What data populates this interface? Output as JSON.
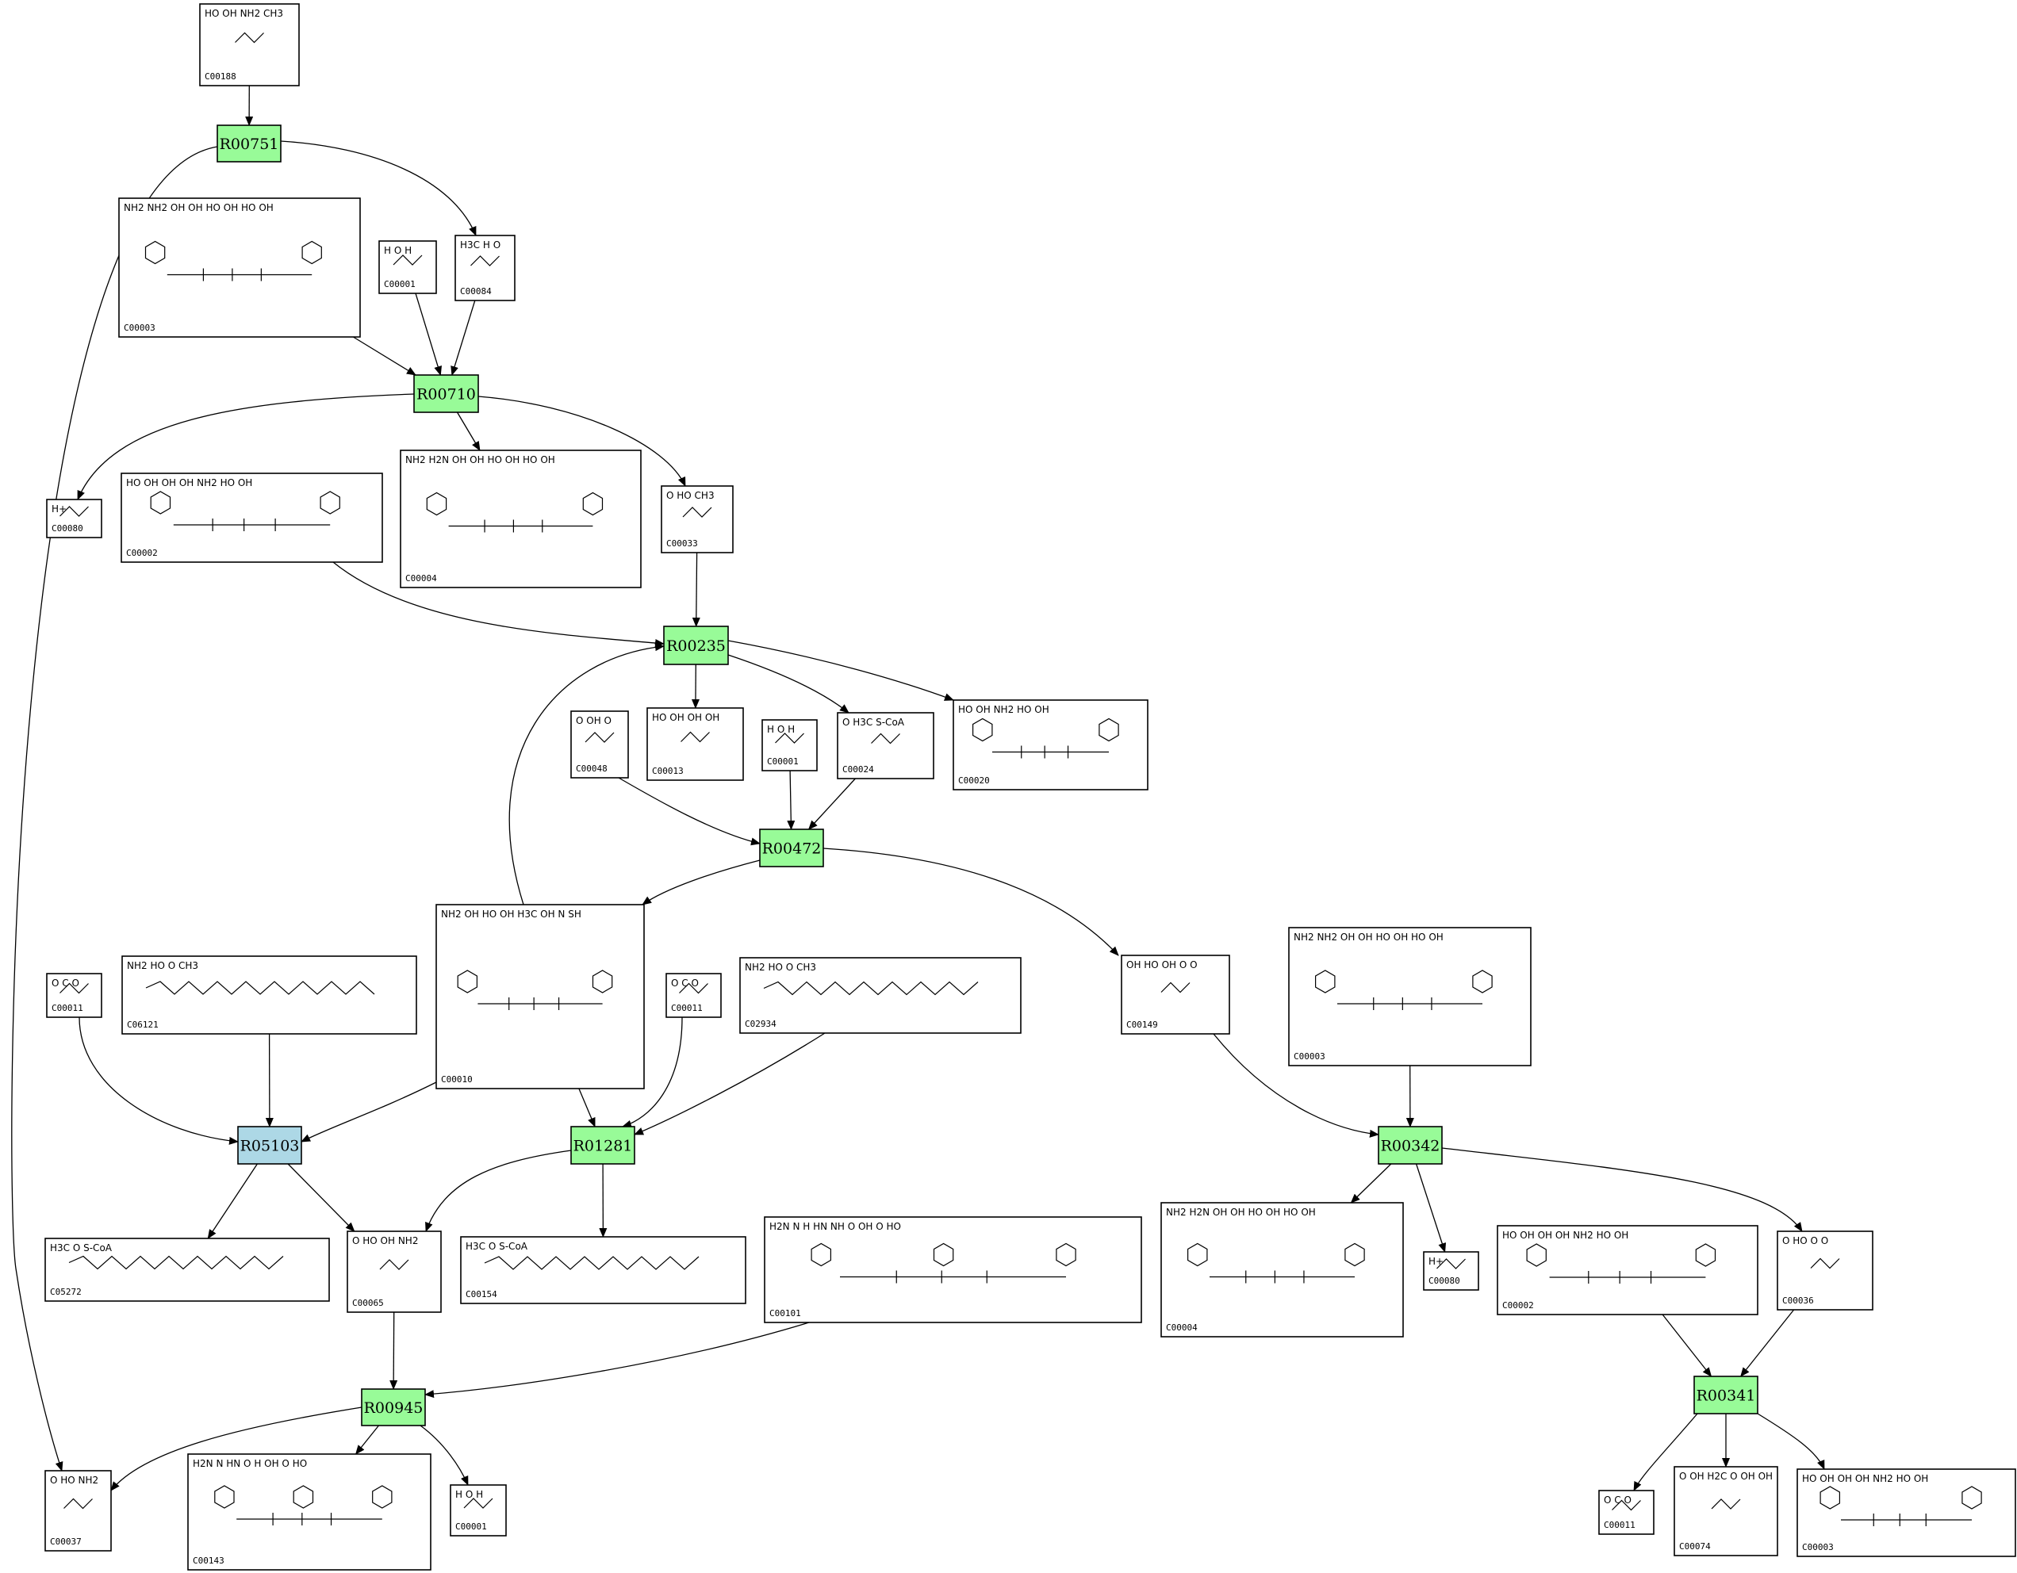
{
  "colors": {
    "reaction": "#98fb98",
    "reaction_alt": "#add8e6",
    "box_border": "#000000",
    "edge": "#000000",
    "background": "#ffffff"
  },
  "compounds": [
    {
      "id": "n_C00188",
      "label": "C00188",
      "struct": "HO OH NH2 CH3",
      "glyph": "small"
    },
    {
      "id": "n_C00003a",
      "label": "C00003",
      "struct": "NH2 NH2 OH OH HO OH HO OH",
      "glyph": "nucleotide"
    },
    {
      "id": "n_C00001a",
      "label": "C00001",
      "struct": "H O H",
      "glyph": "tiny"
    },
    {
      "id": "n_C00084",
      "label": "C00084",
      "struct": "H3C H O",
      "glyph": "tiny"
    },
    {
      "id": "n_C00080a",
      "label": "C00080",
      "struct": "H+",
      "glyph": "tiny"
    },
    {
      "id": "n_C00002a",
      "label": "C00002",
      "struct": "HO OH OH OH NH2 HO OH",
      "glyph": "phosphate"
    },
    {
      "id": "n_C00004a",
      "label": "C00004",
      "struct": "NH2 H2N OH OH HO OH HO OH",
      "glyph": "nucleotide"
    },
    {
      "id": "n_C00033",
      "label": "C00033",
      "struct": "O HO CH3",
      "glyph": "tiny"
    },
    {
      "id": "n_C00048",
      "label": "C00048",
      "struct": "O OH O",
      "glyph": "tiny"
    },
    {
      "id": "n_C00013",
      "label": "C00013",
      "struct": "HO OH OH OH",
      "glyph": "small"
    },
    {
      "id": "n_C00001b",
      "label": "C00001",
      "struct": "H O H",
      "glyph": "tiny"
    },
    {
      "id": "n_C00024",
      "label": "C00024",
      "struct": "O H3C S-CoA",
      "glyph": "small"
    },
    {
      "id": "n_C00020",
      "label": "C00020",
      "struct": "HO OH NH2 HO OH",
      "glyph": "phosphate"
    },
    {
      "id": "n_C00011a",
      "label": "C00011",
      "struct": "O C O",
      "glyph": "tiny"
    },
    {
      "id": "n_C06121",
      "label": "C06121",
      "struct": "NH2 HO O CH3",
      "glyph": "chain"
    },
    {
      "id": "n_C00010",
      "label": "C00010",
      "struct": "NH2 OH HO OH H3C OH N SH",
      "glyph": "nucleotide"
    },
    {
      "id": "n_C00011b",
      "label": "C00011",
      "struct": "O C O",
      "glyph": "tiny"
    },
    {
      "id": "n_C02934",
      "label": "C02934",
      "struct": "NH2 HO O CH3",
      "glyph": "chain"
    },
    {
      "id": "n_C00149",
      "label": "C00149",
      "struct": "OH HO OH O O",
      "glyph": "small"
    },
    {
      "id": "n_C00003b",
      "label": "C00003",
      "struct": "NH2 NH2 OH OH HO OH HO OH",
      "glyph": "nucleotide"
    },
    {
      "id": "n_C05272",
      "label": "C05272",
      "struct": "H3C O S-CoA",
      "glyph": "chain"
    },
    {
      "id": "n_C00065",
      "label": "C00065",
      "struct": "O HO OH NH2",
      "glyph": "small"
    },
    {
      "id": "n_C00154",
      "label": "C00154",
      "struct": "H3C O S-CoA",
      "glyph": "chain"
    },
    {
      "id": "n_C00101",
      "label": "C00101",
      "struct": "H2N N H HN NH O OH O HO",
      "glyph": "folate"
    },
    {
      "id": "n_C00004b",
      "label": "C00004",
      "struct": "NH2 H2N OH OH HO OH HO OH",
      "glyph": "nucleotide"
    },
    {
      "id": "n_C00080b",
      "label": "C00080",
      "struct": "H+",
      "glyph": "tiny"
    },
    {
      "id": "n_C00002b",
      "label": "C00002",
      "struct": "HO OH OH OH NH2 HO OH",
      "glyph": "phosphate"
    },
    {
      "id": "n_C00036",
      "label": "C00036",
      "struct": "O HO O O",
      "glyph": "small"
    },
    {
      "id": "n_C00037",
      "label": "C00037",
      "struct": "O HO NH2",
      "glyph": "tiny"
    },
    {
      "id": "n_C00143",
      "label": "C00143",
      "struct": "H2N N HN O H OH O HO",
      "glyph": "folate"
    },
    {
      "id": "n_C00001c",
      "label": "C00001",
      "struct": "H O H",
      "glyph": "tiny"
    },
    {
      "id": "n_C00011c",
      "label": "C00011",
      "struct": "O C O",
      "glyph": "tiny"
    },
    {
      "id": "n_C00074",
      "label": "C00074",
      "struct": "O OH H2C O OH OH",
      "glyph": "small"
    },
    {
      "id": "n_C00003c",
      "label": "C00003",
      "struct": "HO OH OH OH NH2 HO OH",
      "glyph": "phosphate"
    }
  ],
  "reactions": [
    {
      "id": "n_R00751",
      "label": "R00751",
      "type": "normal"
    },
    {
      "id": "n_R00710",
      "label": "R00710",
      "type": "normal"
    },
    {
      "id": "n_R00235",
      "label": "R00235",
      "type": "normal"
    },
    {
      "id": "n_R00472",
      "label": "R00472",
      "type": "normal"
    },
    {
      "id": "n_R05103",
      "label": "R05103",
      "type": "alt"
    },
    {
      "id": "n_R01281",
      "label": "R01281",
      "type": "normal"
    },
    {
      "id": "n_R00342",
      "label": "R00342",
      "type": "normal"
    },
    {
      "id": "n_R00945",
      "label": "R00945",
      "type": "normal"
    },
    {
      "id": "n_R00341",
      "label": "R00341",
      "type": "normal"
    }
  ],
  "edges": [
    [
      "n_C00188",
      "n_R00751"
    ],
    [
      "n_R00751",
      "n_C00084"
    ],
    [
      "n_R00751",
      "n_C00037"
    ],
    [
      "n_C00003a",
      "n_R00710"
    ],
    [
      "n_C00001a",
      "n_R00710"
    ],
    [
      "n_C00084",
      "n_R00710"
    ],
    [
      "n_R00710",
      "n_C00080a"
    ],
    [
      "n_R00710",
      "n_C00004a"
    ],
    [
      "n_R00710",
      "n_C00033"
    ],
    [
      "n_C00002a",
      "n_R00235"
    ],
    [
      "n_C00033",
      "n_R00235"
    ],
    [
      "n_C00010",
      "n_R00235"
    ],
    [
      "n_R00235",
      "n_C00013"
    ],
    [
      "n_R00235",
      "n_C00024"
    ],
    [
      "n_R00235",
      "n_C00020"
    ],
    [
      "n_C00048",
      "n_R00472"
    ],
    [
      "n_C00001b",
      "n_R00472"
    ],
    [
      "n_C00024",
      "n_R00472"
    ],
    [
      "n_R00472",
      "n_C00010"
    ],
    [
      "n_R00472",
      "n_C00149"
    ],
    [
      "n_C00011a",
      "n_R05103"
    ],
    [
      "n_C06121",
      "n_R05103"
    ],
    [
      "n_C00010",
      "n_R05103"
    ],
    [
      "n_R05103",
      "n_C05272"
    ],
    [
      "n_R05103",
      "n_C00065"
    ],
    [
      "n_C00010",
      "n_R01281"
    ],
    [
      "n_C00011b",
      "n_R01281"
    ],
    [
      "n_C02934",
      "n_R01281"
    ],
    [
      "n_R01281",
      "n_C00065"
    ],
    [
      "n_R01281",
      "n_C00154"
    ],
    [
      "n_C00149",
      "n_R00342"
    ],
    [
      "n_C00003b",
      "n_R00342"
    ],
    [
      "n_R00342",
      "n_C00004b"
    ],
    [
      "n_R00342",
      "n_C00080b"
    ],
    [
      "n_R00342",
      "n_C00036"
    ],
    [
      "n_C00065",
      "n_R00945"
    ],
    [
      "n_C00101",
      "n_R00945"
    ],
    [
      "n_R00945",
      "n_C00037"
    ],
    [
      "n_R00945",
      "n_C00143"
    ],
    [
      "n_R00945",
      "n_C00001c"
    ],
    [
      "n_C00002b",
      "n_R00341"
    ],
    [
      "n_C00036",
      "n_R00341"
    ],
    [
      "n_R00341",
      "n_C00011c"
    ],
    [
      "n_R00341",
      "n_C00074"
    ],
    [
      "n_R00341",
      "n_C00003c"
    ]
  ]
}
